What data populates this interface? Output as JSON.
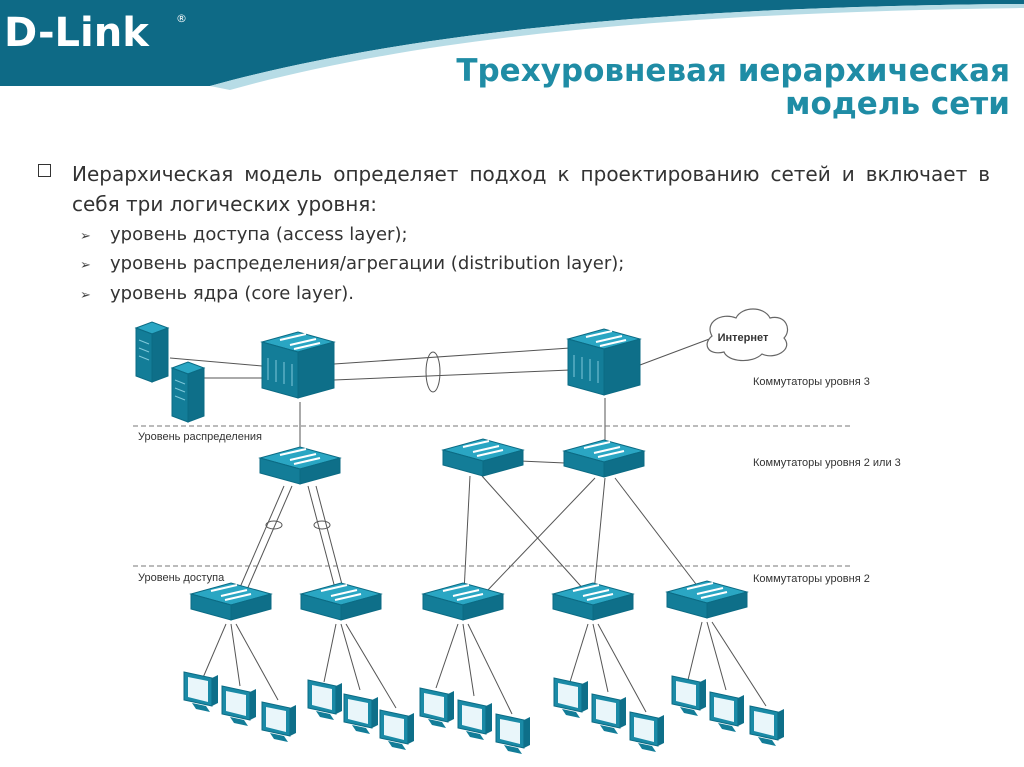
{
  "brand": {
    "logo_text": "D-Link",
    "registered_mark": "®"
  },
  "slide": {
    "title_line1": "Трехуровневая иерархическая",
    "title_line2": "модель сети",
    "paragraph": "Иерархическая  модель определяет подход к проектированию сетей и включает в себя три логических уровня:",
    "items": [
      "уровень доступа (access layer);",
      "уровень распределения/агрегации (distribution layer);",
      "уровень ядра (core layer)."
    ]
  },
  "diagram": {
    "internet_label": "Интернет",
    "layer_labels": {
      "distribution": "Уровень распределения",
      "access": "Уровень доступа"
    },
    "tier_labels": {
      "level3": "Коммутаторы уровня 3",
      "level2or3": "Коммутаторы уровня 2 или 3",
      "level2": "Коммутаторы уровня 2"
    }
  },
  "colors": {
    "accent": "#1f8ca5",
    "device": "#1a8aa6",
    "banner": "#0e6a86"
  }
}
